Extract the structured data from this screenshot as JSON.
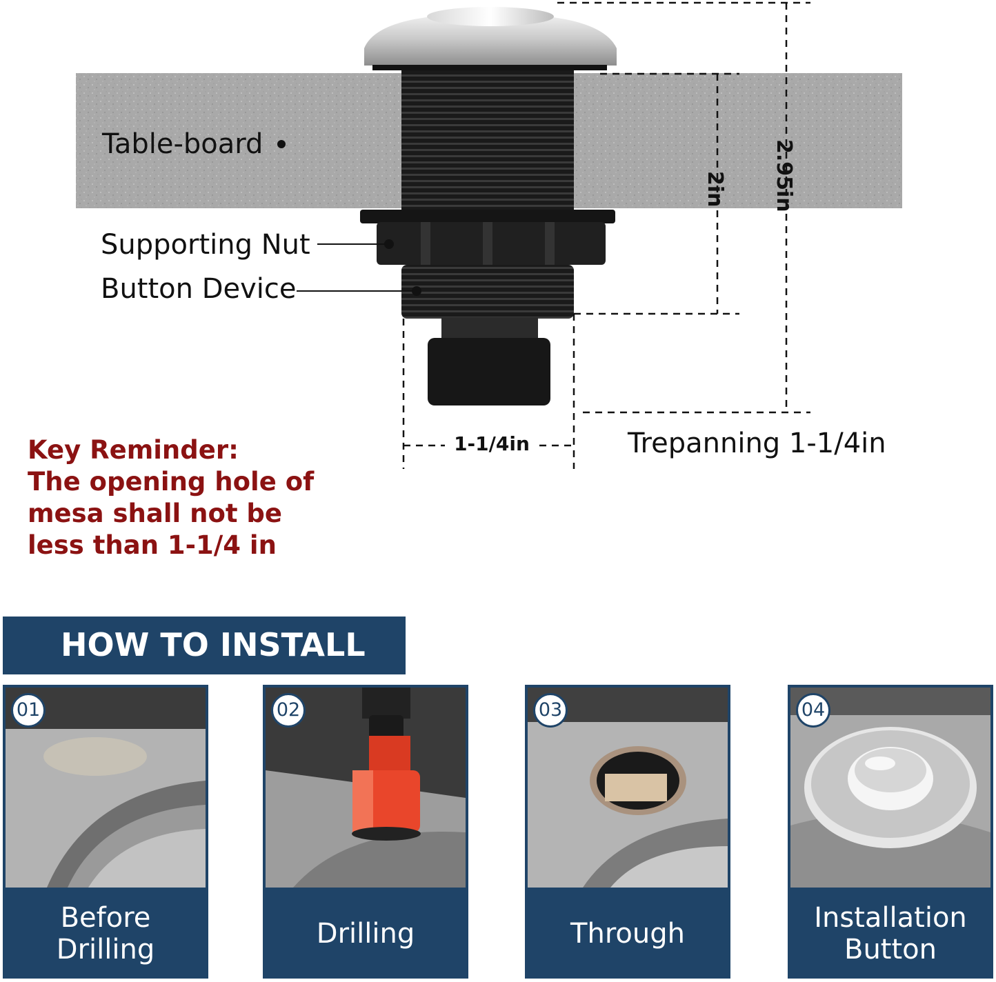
{
  "diagram": {
    "labels": {
      "table_board": "Table-board",
      "supporting_nut": "Supporting Nut",
      "button_device": "Button Device"
    },
    "dimensions": {
      "height_2in": "2in",
      "height_total": "2.95in",
      "width": "1-1/4in",
      "trepanning": "Trepanning 1-1/4in"
    }
  },
  "reminder": {
    "lines": [
      "Key Reminder:",
      "The opening hole of",
      "mesa shall not be",
      "less than 1-1/4 in"
    ],
    "color": "#8b1212"
  },
  "install": {
    "title": "HOW TO INSTALL",
    "accent": "#1f4468",
    "steps": [
      {
        "number": "01",
        "caption_lines": [
          "Before",
          "Drilling"
        ]
      },
      {
        "number": "02",
        "caption_lines": [
          "Drilling"
        ]
      },
      {
        "number": "03",
        "caption_lines": [
          "Through"
        ]
      },
      {
        "number": "04",
        "caption_lines": [
          "Installation",
          "Button"
        ]
      }
    ]
  }
}
